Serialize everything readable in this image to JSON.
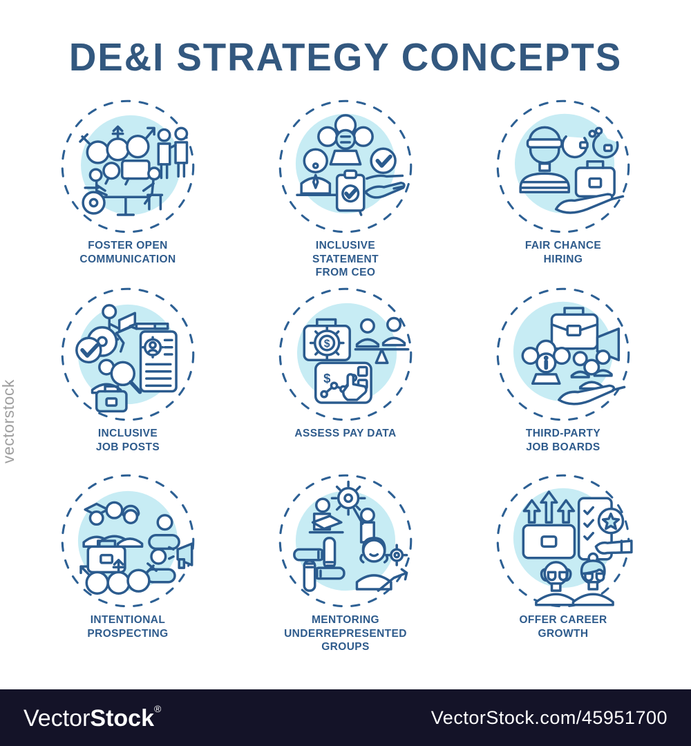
{
  "title": "DE&I STRATEGY CONCEPTS",
  "colors": {
    "line_blue": "#2b5b8e",
    "dashed_circle_blue": "#2d6094",
    "teal_fill": "#c7ecf4",
    "element_teal": "#bfe8f2",
    "title_text": "#33587f",
    "label_text": "#2e5b8c",
    "footer_bg": "#141328",
    "footer_text": "#ffffff",
    "watermark_gray": "#9e9e9e"
  },
  "concepts": [
    {
      "label": "FOSTER OPEN\nCOMMUNICATION",
      "icon": "gender-symbols-handshake-meeting-icon"
    },
    {
      "label": "INCLUSIVE\nSTATEMENT\nFROM CEO",
      "icon": "ceo-speech-approval-clipboard-icon"
    },
    {
      "label": "FAIR CHANCE\nHIRING",
      "icon": "prisoner-handcuffs-briefcase-hand-icon"
    },
    {
      "label": "INCLUSIVE\nJOB POSTS",
      "icon": "wheelchair-resume-magnifier-icon"
    },
    {
      "label": "ASSESS PAY DATA",
      "icon": "salary-balance-pay-chart-icon"
    },
    {
      "label": "THIRD-PARTY\nJOB BOARDS",
      "icon": "briefcase-megaphone-people-hand-icon"
    },
    {
      "label": "INTENTIONAL\nPROSPECTING",
      "icon": "diverse-people-outreach-gender-icon"
    },
    {
      "label": "MENTORING\nUNDERREPRESENTED\nGROUPS",
      "icon": "teamwork-hands-mentor-gear-icon"
    },
    {
      "label": "OFFER CAREER\nGROWTH",
      "icon": "career-growth-checklist-seniors-icon"
    }
  ],
  "watermark": {
    "side_text": "vectorstock",
    "brand_light": "Vector",
    "brand_bold": "Stock",
    "brand_reg": "®",
    "footer_url": "VectorStock.com/45951700"
  }
}
